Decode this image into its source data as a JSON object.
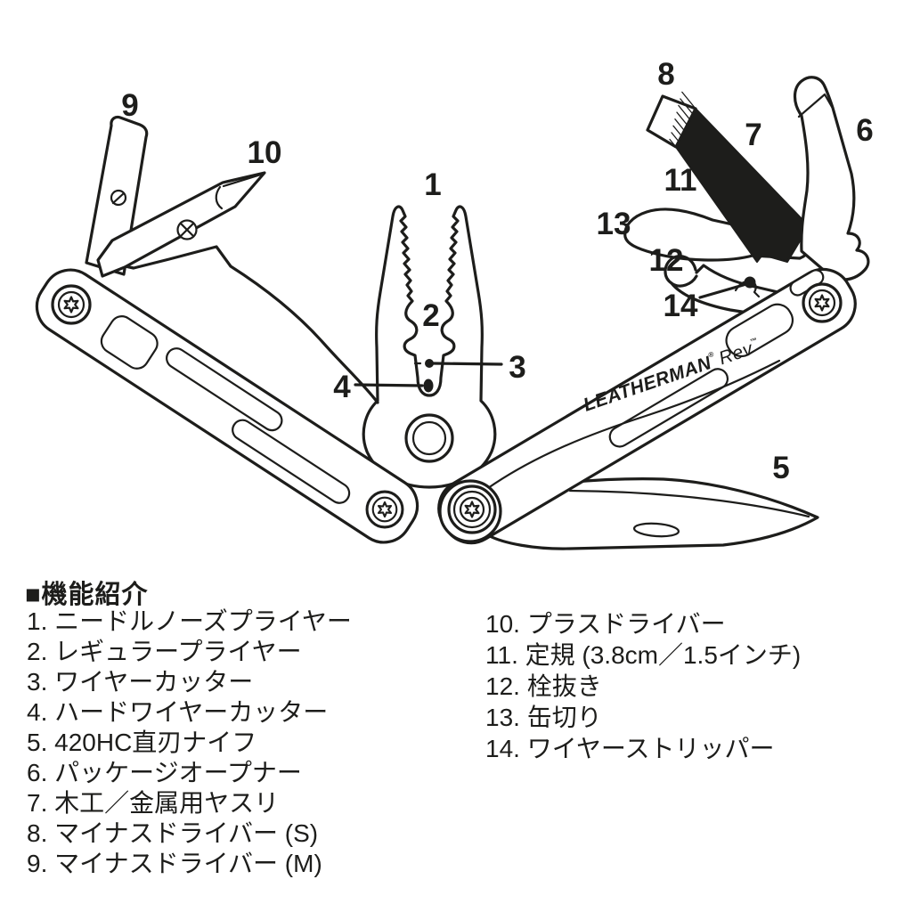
{
  "colors": {
    "ink": "#1d1d1b",
    "paper": "#ffffff"
  },
  "diagram": {
    "brand": {
      "name": "LEATHERMAN",
      "reg": "®",
      "model": "Rev",
      "tm": "™"
    },
    "callouts": [
      "1",
      "2",
      "3",
      "4",
      "5",
      "6",
      "7",
      "8",
      "9",
      "10",
      "11",
      "12",
      "13",
      "14"
    ]
  },
  "legend": {
    "title": "■機能紹介",
    "columns": [
      {
        "items": [
          "1. ニードルノーズプライヤー",
          "2. レギュラープライヤー",
          "3. ワイヤーカッター",
          "4. ハードワイヤーカッター",
          "5. 420HC直刃ナイフ",
          "6. パッケージオープナー",
          "7. 木工／金属用ヤスリ",
          "8. マイナスドライバー (S)",
          "9. マイナスドライバー (M)"
        ]
      },
      {
        "items": [
          "10. プラスドライバー",
          "11. 定規 (3.8cm／1.5インチ)",
          "12. 栓抜き",
          "13. 缶切り",
          "14. ワイヤーストリッパー"
        ]
      }
    ]
  }
}
